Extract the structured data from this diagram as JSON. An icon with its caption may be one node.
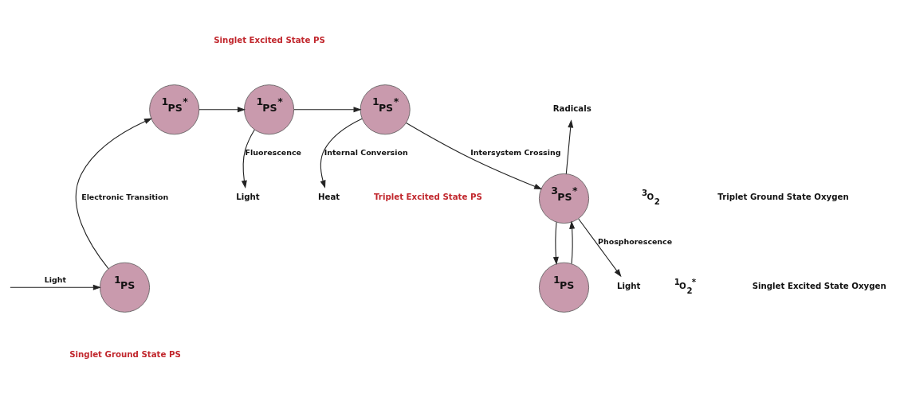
{
  "diagram": {
    "nodes": [
      {
        "text": [
          "$^{1}$PS$^{*}$"
        ]
      },
      {
        "text": [
          "$^{1}$PS$^{*}$"
        ]
      },
      {
        "text": [
          "$^{1}$PS$^{*}$"
        ]
      },
      {
        "text": [
          "$^{3}$PS$^{*}$"
        ]
      },
      {
        "text": [
          "$^{1}$PS"
        ]
      },
      {
        "text": [
          "$^{1}$PS"
        ]
      },
      {
        "text": [
          "Light"
        ]
      },
      {
        "text": [
          "Heat"
        ]
      },
      {
        "text": [
          "Radicals"
        ]
      },
      {
        "text": [
          "Light"
        ]
      }
    ],
    "edges": [
      {
        "from": null,
        "to": 4,
        "arrow": "to",
        "label": "Light"
      },
      {
        "from": 4,
        "to": 0,
        "arrow": "to",
        "label": "Electronic Transition"
      },
      {
        "from": 0,
        "to": 1,
        "arrow": "to"
      },
      {
        "from": 1,
        "to": 2,
        "arrow": "to"
      },
      {
        "from": 1,
        "to": 6,
        "arrow": "to",
        "label": "Fluorescence"
      },
      {
        "from": 2,
        "to": 7,
        "arrow": "to",
        "label": "Internal Conversion"
      },
      {
        "from": 2,
        "to": 3,
        "arrow": "to",
        "label": "Intersystem Crossing"
      },
      {
        "from": 3,
        "to": 8,
        "arrow": "to"
      },
      {
        "from": 3,
        "to": 9,
        "arrow": "to",
        "label": "Phosphorescence"
      },
      {
        "from": 3,
        "to": 5,
        "arrow": "to"
      },
      {
        "from": 5,
        "to": 3,
        "arrow": "to"
      }
    ],
    "labels": [
      "Singlet Excited State PS",
      "Triplet Excited State PS",
      "$^{3}$O$_{2}$",
      "Triplet Ground State Oxygen",
      "$^{1}$O$_{2}$$^{*}$",
      "Singlet Excited State Oxygen",
      "Singlet Ground State PS"
    ]
  }
}
